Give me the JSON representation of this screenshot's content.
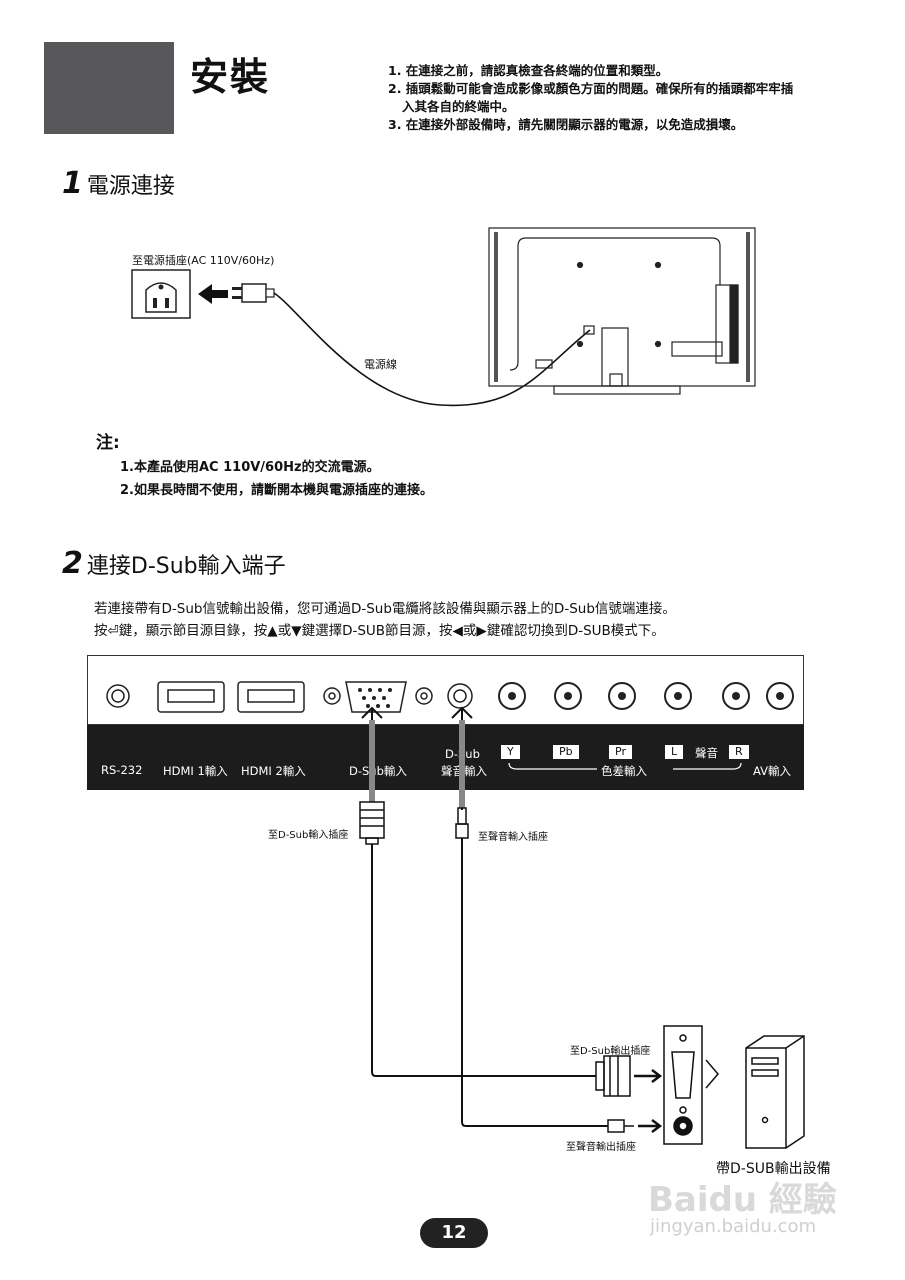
{
  "header": {
    "title": "安裝",
    "intro": [
      "1. 在連接之前，請認真檢查各終端的位置和類型。",
      "2. 插頭鬆動可能會造成影像或顏色方面的問題。確保所有的插頭都牢牢插",
      "入其各自的終端中。",
      "3. 在連接外部設備時，請先關閉顯示器的電源，以免造成損壞。"
    ]
  },
  "section1": {
    "number": "1",
    "title": "電源連接",
    "outlet_label": "至電源插座(AC 110V/60Hz)",
    "cable_label": "電源線",
    "note_title": "注:",
    "notes": [
      "1.本產品使用AC 110V/60Hz的交流電源。",
      "2.如果長時間不使用，請斷開本機與電源插座的連接。"
    ]
  },
  "section2": {
    "number": "2",
    "title": "連接D-Sub輸入端子",
    "desc1": "若連接帶有D-Sub信號輸出設備，您可通過D-Sub電纜將該設備與顯示器上的D-Sub信號端連接。",
    "desc2": "按⏎鍵，顯示節目源目錄，按▲或▼鍵選擇D-SUB節目源，按◀或▶鍵確認切換到D-SUB模式下。",
    "panel": {
      "rs232": "RS-232",
      "hdmi1": "HDMI 1輸入",
      "hdmi2": "HDMI 2輸入",
      "dsub": "D-Sub輸入",
      "dsub_audio_1": "D-Sub",
      "dsub_audio_2": "聲音輸入",
      "y": "Y",
      "pb": "Pb",
      "pr": "Pr",
      "l": "L",
      "audio": "聲音",
      "r": "R",
      "component": "色差輸入",
      "av": "AV輸入"
    },
    "to_dsub_in": "至D-Sub輸入插座",
    "to_audio_in": "至聲音輸入插座",
    "to_dsub_out": "至D-Sub輸出插座",
    "to_audio_out": "至聲音輸出插座",
    "device_label": "帶D-SUB輸出設備"
  },
  "page_number": "12",
  "watermark": {
    "brand": "Baidu 經驗",
    "url": "jingyan.baidu.com"
  }
}
